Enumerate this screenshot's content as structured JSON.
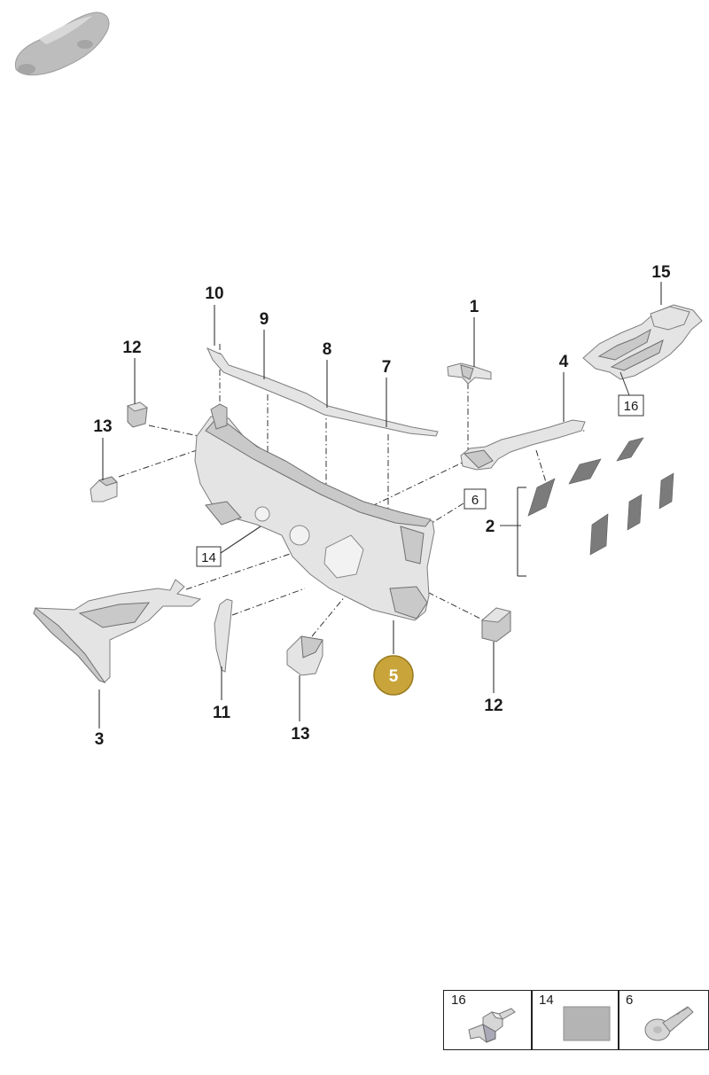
{
  "callouts": {
    "c1": "1",
    "c2": "2",
    "c3": "3",
    "c4": "4",
    "c5": "5",
    "c6": "6",
    "c7": "7",
    "c8": "8",
    "c9": "9",
    "c10": "10",
    "c11": "11",
    "c12a": "12",
    "c12b": "12",
    "c13a": "13",
    "c13b": "13",
    "c14": "14",
    "c15": "15",
    "c16": "16"
  },
  "legend": [
    {
      "number": "16"
    },
    {
      "number": "14"
    },
    {
      "number": "6"
    }
  ],
  "colors": {
    "highlight": "#c8a43a",
    "highlight_stroke": "#9a7c22",
    "part_fill": "#e4e4e4",
    "pad_fill": "#7b7b7b"
  }
}
